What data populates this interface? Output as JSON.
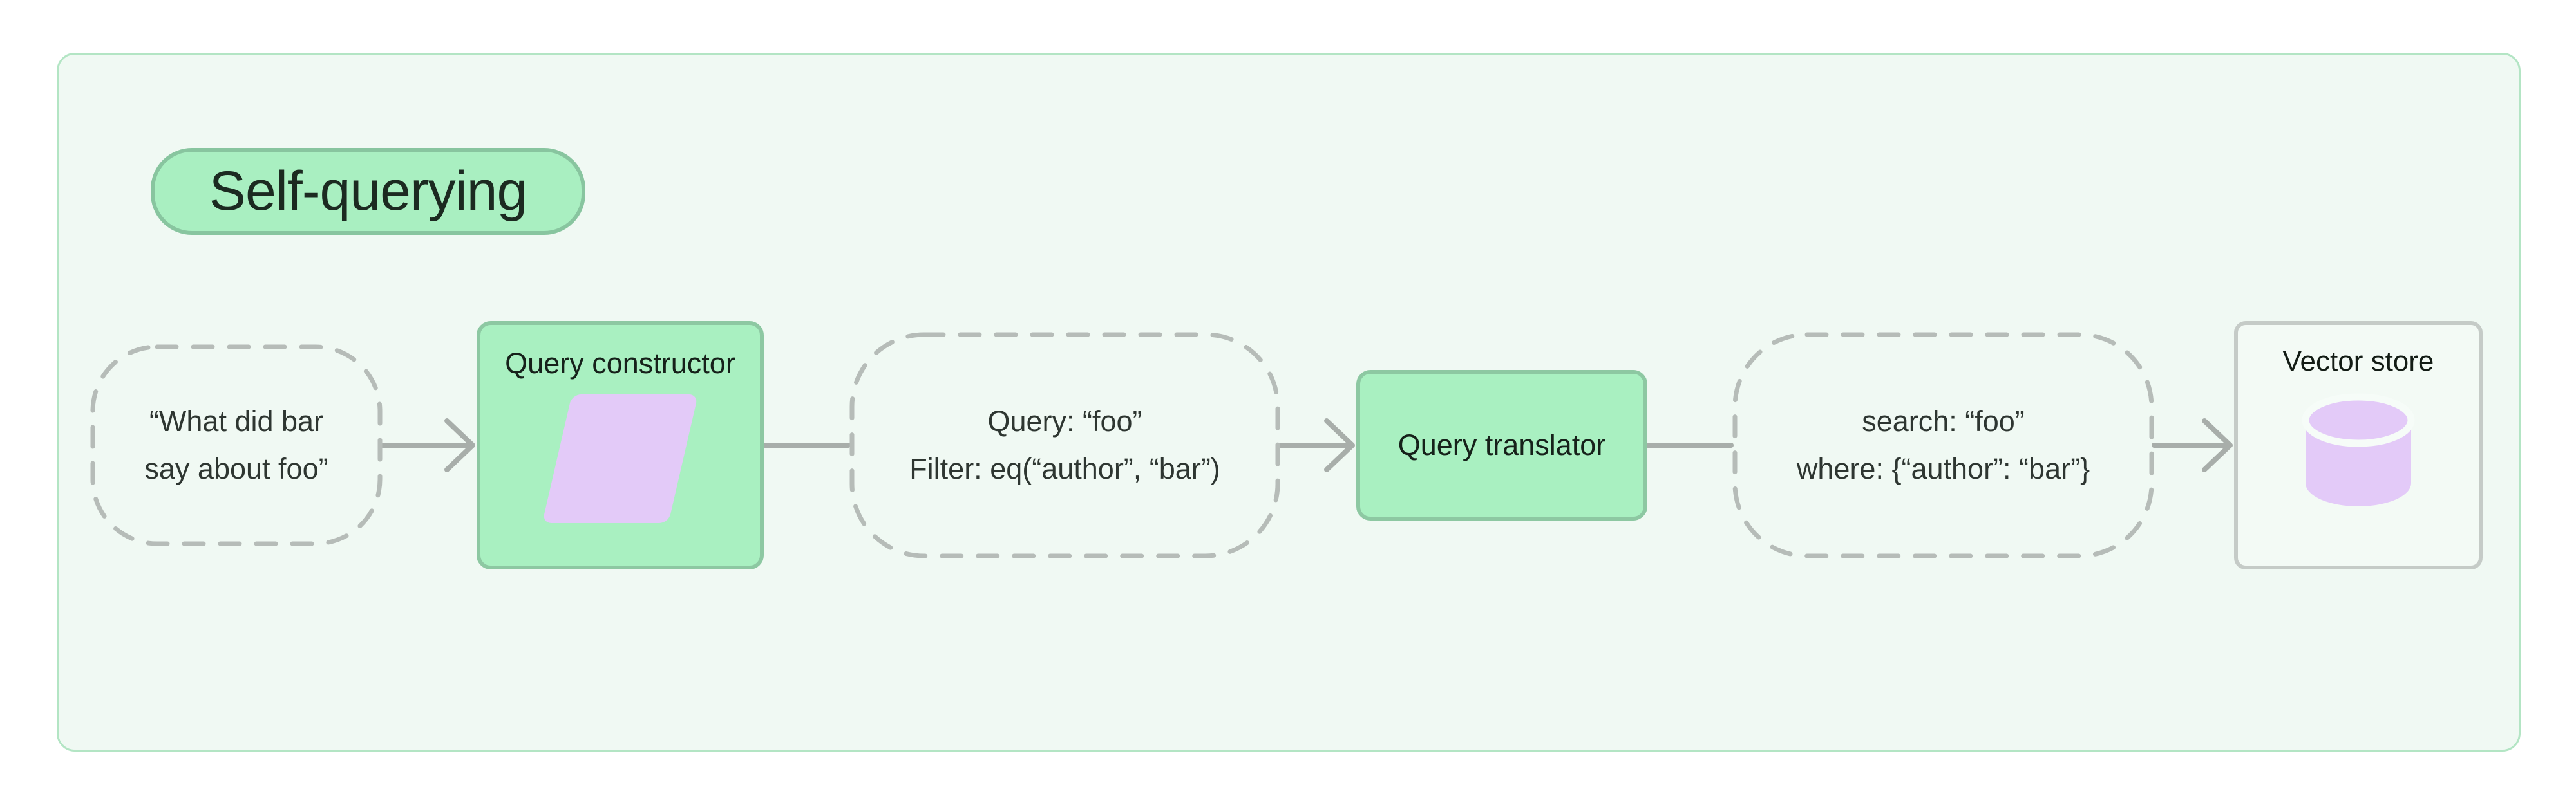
{
  "title": "Self-querying",
  "nodes": {
    "user_question": {
      "line1": "“What did bar",
      "line2": "say about foo”"
    },
    "query_constructor": {
      "label": "Query constructor",
      "icon": "parallelogram-icon"
    },
    "structured_query": {
      "line1": "Query: “foo”",
      "line2": "Filter: eq(“author”, “bar”)"
    },
    "query_translator": {
      "label": "Query translator"
    },
    "translated_query": {
      "line1": "search: “foo”",
      "line2": "where: {“author”: “bar”}"
    },
    "vector_store": {
      "label": "Vector store",
      "icon": "database-cylinder-icon"
    }
  },
  "colors": {
    "panel_bg": "#f0f9f3",
    "panel_border": "#b3e5c4",
    "badge_bg": "#a9efc1",
    "badge_border": "#88c59f",
    "process_fill": "#a9f0c1",
    "process_border": "#8dc8a2",
    "accent_purple": "#e3caf8",
    "dashed_border": "#b6bcb8",
    "connector_gray": "#a8aeaa",
    "store_border": "#c5cbc7",
    "store_bg": "#f3faf5",
    "text_dark": "#16211a",
    "text_dashed": "#2e3631"
  }
}
